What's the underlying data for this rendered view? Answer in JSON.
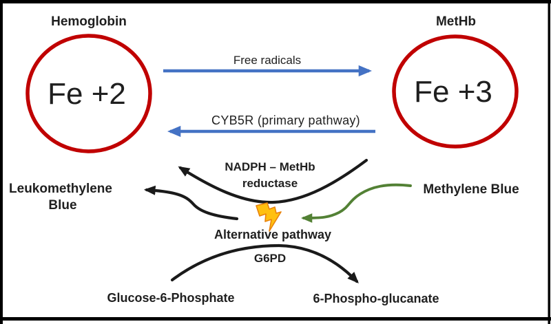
{
  "diagram": {
    "left_node": {
      "title": "Hemoglobin",
      "label": "Fe +2"
    },
    "right_node": {
      "title": "MetHb",
      "label": "Fe +3"
    },
    "forward_arrow": {
      "label": "Free radicals",
      "direction": "left-to-right"
    },
    "return_arrow": {
      "label": "CYB5R (primary pathway)",
      "direction": "right-to-left"
    },
    "nadph_pathway": {
      "label_line1": "NADPH – MetHb",
      "label_line2": "reductase"
    },
    "leukomethylene": {
      "label_line1": "Leukomethylene",
      "label_line2": "Blue"
    },
    "methylene_blue": {
      "label": "Methylene Blue"
    },
    "alternative_pathway": {
      "label": "Alternative pathway"
    },
    "g6pd": {
      "label": "G6PD"
    },
    "substrate": {
      "label": "Glucose-6-Phosphate"
    },
    "product": {
      "label": "6-Phospho-glucanate"
    }
  },
  "icons": {
    "lightning_bolt": "lightning-bolt-icon"
  },
  "colors": {
    "node_circle": "#c00000",
    "primary_arrows": "#4472c4",
    "black_arrows": "#1a1a1a",
    "methylene_arrow": "#538135",
    "lightning_fill": "#ffc010",
    "lightning_outline": "#e8820c",
    "text": "#1f1f1f",
    "border": "#000000",
    "background": "#ffffff"
  }
}
